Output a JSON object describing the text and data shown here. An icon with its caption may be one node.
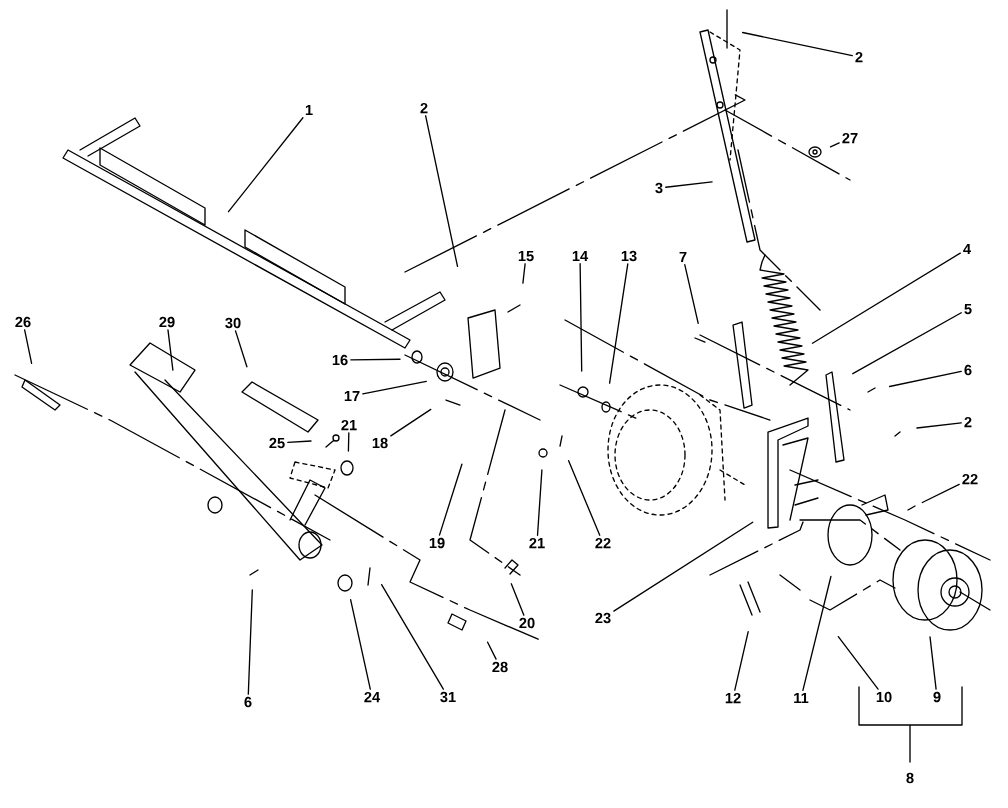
{
  "diagram": {
    "nodes": [
      {
        "text": [
          "2"
        ]
      },
      {
        "text": [
          "1"
        ]
      },
      {
        "text": [
          "2"
        ]
      },
      {
        "text": [
          "27"
        ]
      },
      {
        "text": [
          "3"
        ]
      },
      {
        "text": [
          "4"
        ]
      },
      {
        "text": [
          "15"
        ]
      },
      {
        "text": [
          "14"
        ]
      },
      {
        "text": [
          "13"
        ]
      },
      {
        "text": [
          "7"
        ]
      },
      {
        "text": [
          "5"
        ]
      },
      {
        "text": [
          "26"
        ]
      },
      {
        "text": [
          "29"
        ]
      },
      {
        "text": [
          "30"
        ]
      },
      {
        "text": [
          "16"
        ]
      },
      {
        "text": [
          "6"
        ]
      },
      {
        "text": [
          "17"
        ]
      },
      {
        "text": [
          "2"
        ]
      },
      {
        "text": [
          "21"
        ]
      },
      {
        "text": [
          "18"
        ]
      },
      {
        "text": [
          "25"
        ]
      },
      {
        "text": [
          "22"
        ]
      },
      {
        "text": [
          "19"
        ]
      },
      {
        "text": [
          "21"
        ]
      },
      {
        "text": [
          "22"
        ]
      },
      {
        "text": [
          "23"
        ]
      },
      {
        "text": [
          "20"
        ]
      },
      {
        "text": [
          "28"
        ]
      },
      {
        "text": [
          "24"
        ]
      },
      {
        "text": [
          "31"
        ]
      },
      {
        "text": [
          "12"
        ]
      },
      {
        "text": [
          "11"
        ]
      },
      {
        "text": [
          "10"
        ]
      },
      {
        "text": [
          "9"
        ]
      },
      {
        "text": [
          "6"
        ]
      },
      {
        "text": [
          "8"
        ]
      }
    ],
    "edges": [
      {
        "from": 0,
        "to": null,
        "arrow": "none"
      },
      {
        "from": 1,
        "to": null,
        "arrow": "none"
      },
      {
        "from": 2,
        "to": null,
        "arrow": "none"
      },
      {
        "from": 3,
        "to": null,
        "arrow": "none"
      },
      {
        "from": 4,
        "to": null,
        "arrow": "none"
      },
      {
        "from": 5,
        "to": null,
        "arrow": "none"
      },
      {
        "from": 6,
        "to": null,
        "arrow": "none"
      },
      {
        "from": 7,
        "to": null,
        "arrow": "none"
      },
      {
        "from": 8,
        "to": null,
        "arrow": "none"
      },
      {
        "from": 9,
        "to": null,
        "arrow": "none"
      },
      {
        "from": 10,
        "to": null,
        "arrow": "none"
      },
      {
        "from": 11,
        "to": null,
        "arrow": "none"
      },
      {
        "from": 12,
        "to": null,
        "arrow": "none"
      },
      {
        "from": 13,
        "to": null,
        "arrow": "none"
      },
      {
        "from": 14,
        "to": null,
        "arrow": "none"
      },
      {
        "from": 15,
        "to": null,
        "arrow": "none"
      },
      {
        "from": 16,
        "to": null,
        "arrow": "none"
      },
      {
        "from": 17,
        "to": null,
        "arrow": "none"
      },
      {
        "from": 18,
        "to": null,
        "arrow": "none"
      },
      {
        "from": 19,
        "to": null,
        "arrow": "none"
      },
      {
        "from": 20,
        "to": null,
        "arrow": "none"
      },
      {
        "from": 21,
        "to": null,
        "arrow": "none"
      },
      {
        "from": 22,
        "to": null,
        "arrow": "none"
      },
      {
        "from": 23,
        "to": null,
        "arrow": "none"
      },
      {
        "from": 24,
        "to": null,
        "arrow": "none"
      },
      {
        "from": 25,
        "to": null,
        "arrow": "none"
      },
      {
        "from": 26,
        "to": null,
        "arrow": "none"
      },
      {
        "from": 27,
        "to": null,
        "arrow": "none"
      },
      {
        "from": 28,
        "to": null,
        "arrow": "none"
      },
      {
        "from": 29,
        "to": null,
        "arrow": "none"
      },
      {
        "from": 30,
        "to": null,
        "arrow": "none"
      },
      {
        "from": 31,
        "to": null,
        "arrow": "none"
      },
      {
        "from": 32,
        "to": null,
        "arrow": "none"
      },
      {
        "from": 33,
        "to": null,
        "arrow": "none"
      },
      {
        "from": 34,
        "to": null,
        "arrow": "none"
      }
    ]
  }
}
